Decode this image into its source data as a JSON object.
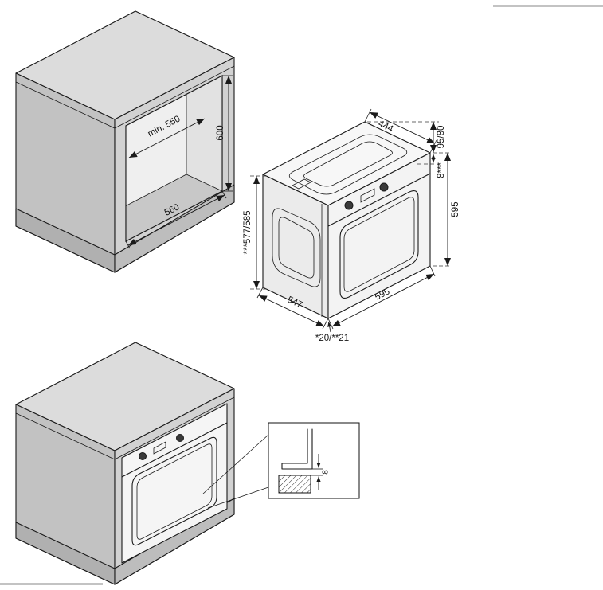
{
  "style": {
    "line_color": "#1a1a1a",
    "cabinet_fill": "#d2d2d2",
    "background": "#ffffff"
  },
  "diagrams": {
    "niche": {
      "depth": "min. 550",
      "width": "560",
      "height": "600"
    },
    "oven": {
      "top_depth": "444",
      "panel_height": "95/80",
      "top_gap": "8***",
      "height": "595",
      "body_height": "***577/585",
      "depth": "547",
      "width": "595",
      "overhang": "*20/**21"
    },
    "detail": {
      "gap": "8"
    }
  }
}
